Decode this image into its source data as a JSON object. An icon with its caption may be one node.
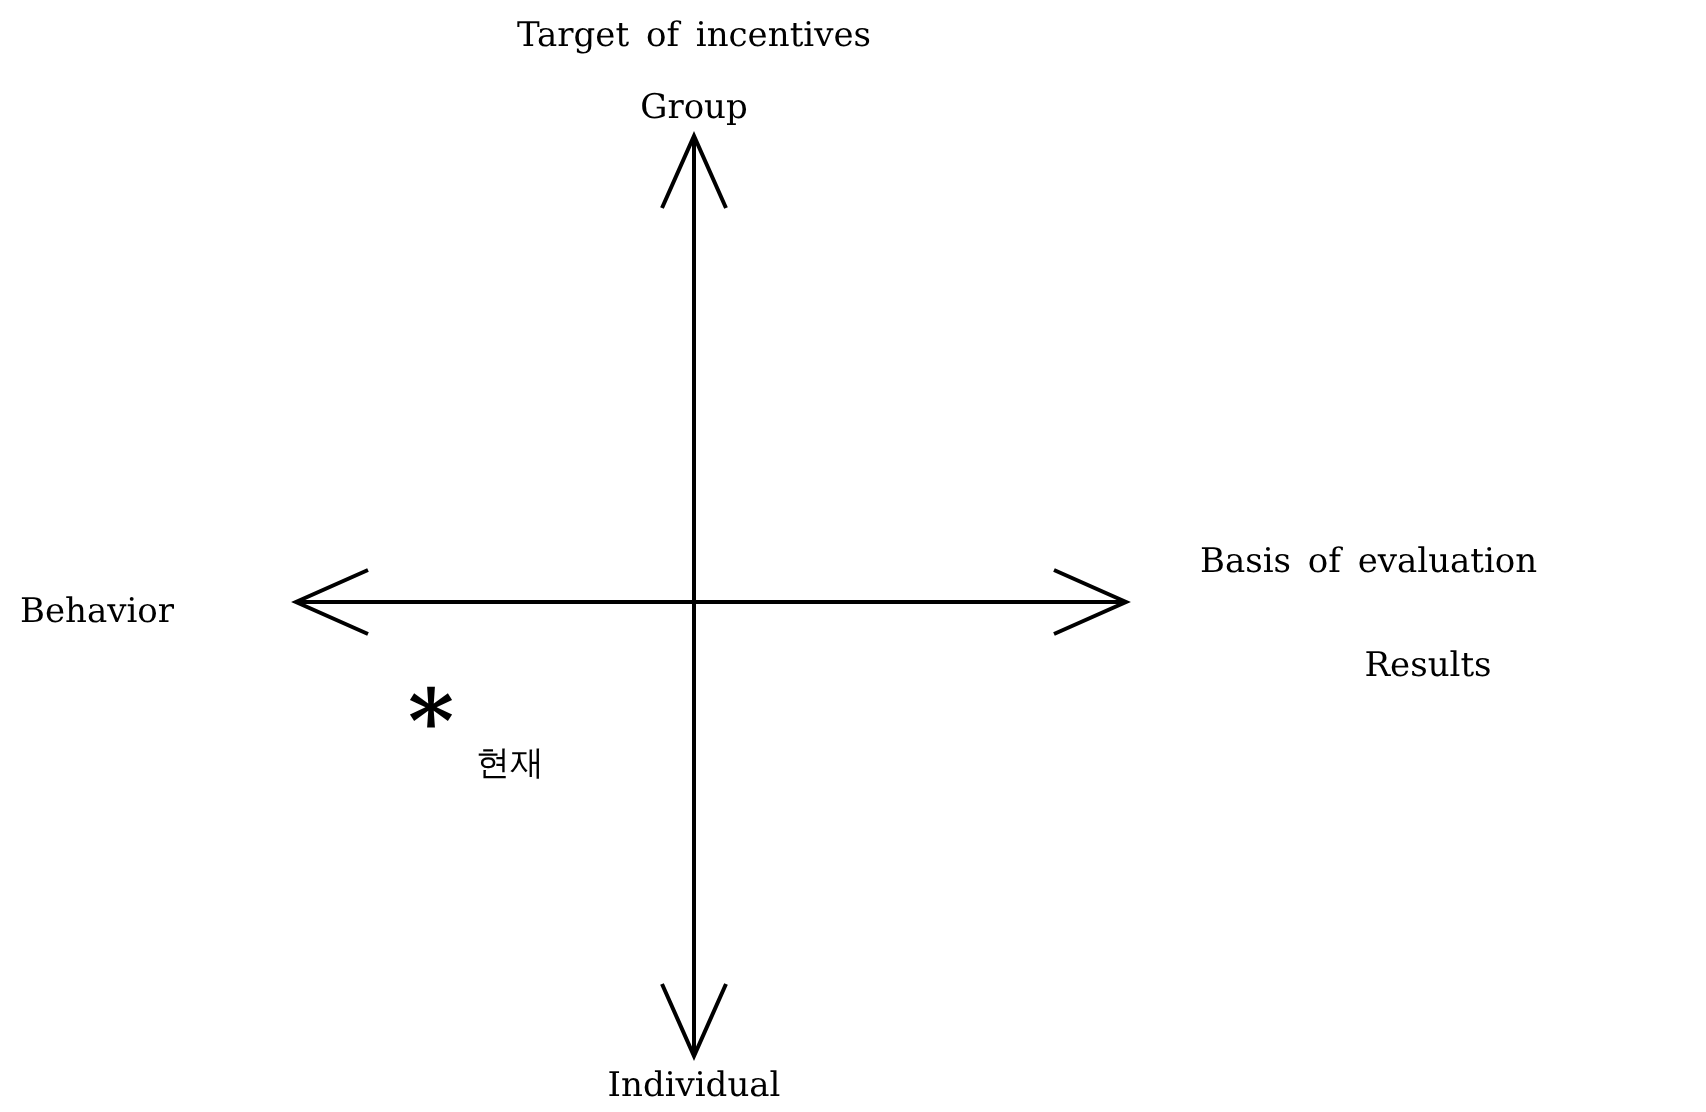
{
  "diagram": {
    "labels": [
      "Target of incentives",
      "Group",
      "Behavior",
      "Basis of evaluation",
      "Results",
      "*",
      "현재",
      "Individual"
    ]
  }
}
